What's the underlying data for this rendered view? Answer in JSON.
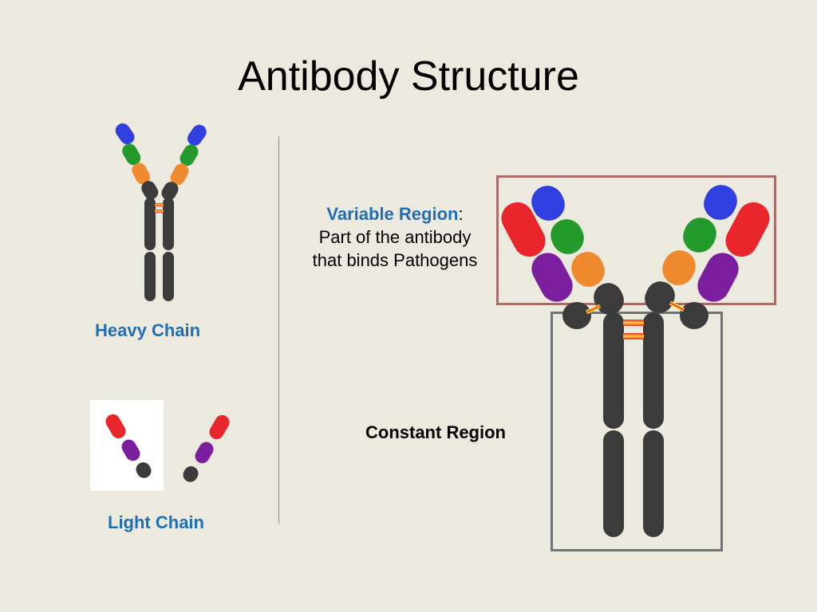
{
  "title": "Antibody Structure",
  "heavy_chain_label": "Heavy Chain",
  "light_chain_label": "Light Chain",
  "variable_region": {
    "title": "Variable Region",
    "colon": ":",
    "line1": "Part of the antibody",
    "line2": "that binds Pathogens"
  },
  "constant_region_label": "Constant Region",
  "colors": {
    "background": "#ece9df",
    "label_blue": "#1f6fb4",
    "dark_segment": "#3b3b3b",
    "blue_segment": "#2f3fe0",
    "green_segment": "#259a2c",
    "orange_segment": "#f08a2e",
    "red_segment": "#e8262b",
    "purple_segment": "#7b1e9e",
    "variable_box": "#a56e68",
    "constant_box": "#6e757a"
  }
}
